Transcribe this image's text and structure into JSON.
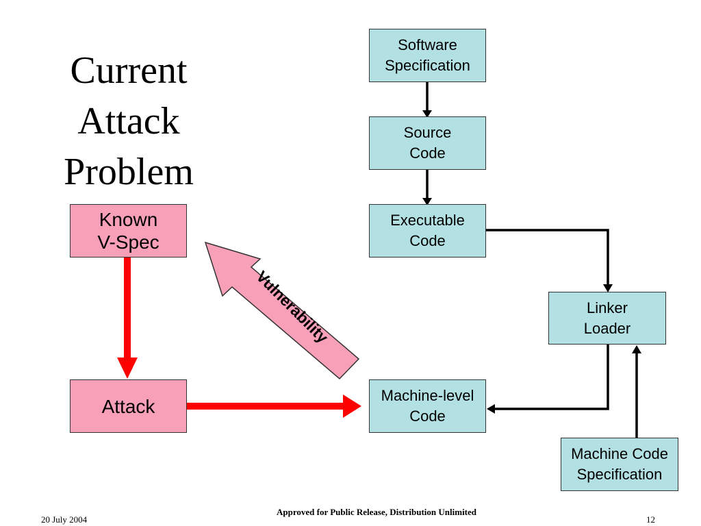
{
  "title": {
    "lines": [
      "Current",
      "Attack",
      "Problem"
    ]
  },
  "boxes": {
    "software_spec": [
      "Software",
      "Specification"
    ],
    "source_code": [
      "Source",
      "Code"
    ],
    "executable_code": [
      "Executable",
      "Code"
    ],
    "linker_loader": [
      "Linker",
      "Loader"
    ],
    "machine_level_code": [
      "Machine-level",
      "Code"
    ],
    "machine_code_spec": [
      "Machine Code",
      "Specification"
    ],
    "known_vspec": [
      "Known",
      "V-Spec"
    ],
    "attack": [
      "Attack"
    ]
  },
  "vulnerability_label": "Vulnerability",
  "footer": {
    "date": "20 July 2004",
    "notice": "Approved for Public Release, Distribution Unlimited",
    "page": "12"
  },
  "colors": {
    "box_blue": "#b3e0e3",
    "box_pink": "#f8a0b8",
    "arrow_red": "#ff0000",
    "arrow_black": "#000000"
  }
}
